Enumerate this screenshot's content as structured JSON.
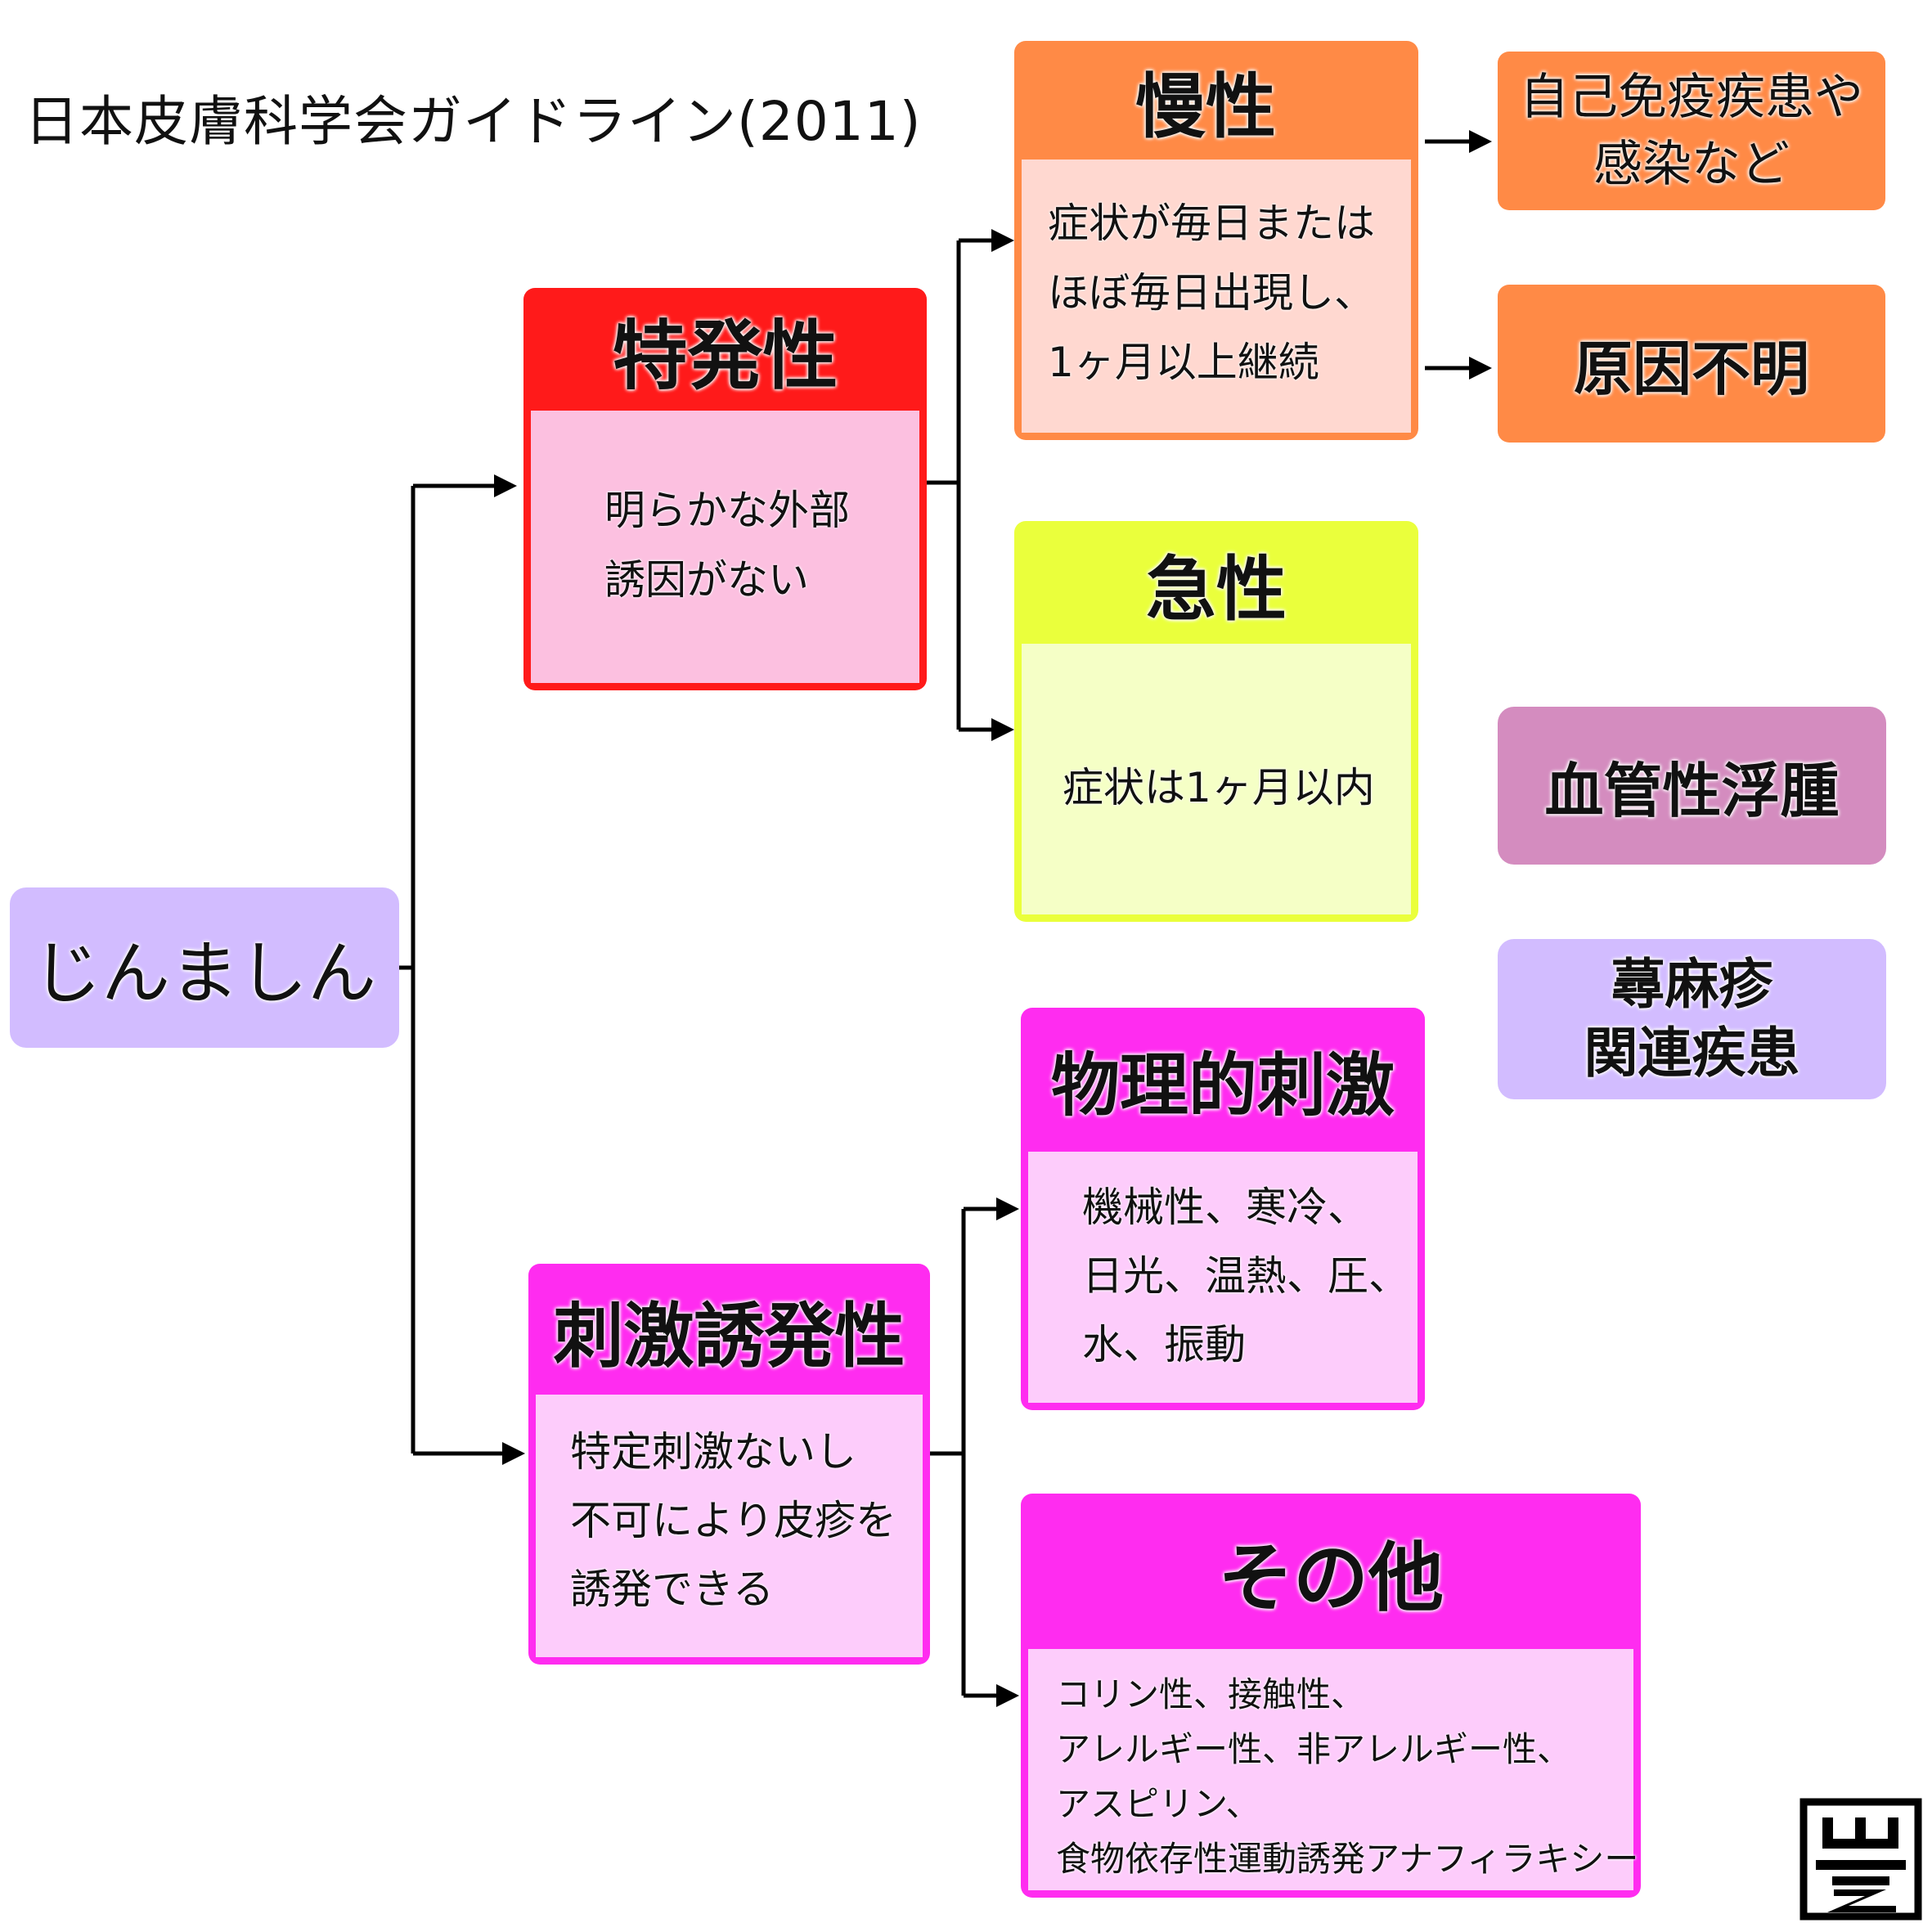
{
  "title": "日本皮膚科学会ガイドライン(2011)",
  "root": {
    "label": "じんましん"
  },
  "idiopathic": {
    "title": "特発性",
    "lines": [
      "明らかな外部",
      "誘因がない"
    ]
  },
  "chronic": {
    "title": "慢性",
    "lines": [
      "症状が毎日または",
      "ほぼ毎日出現し、",
      "1ヶ月以上継続"
    ]
  },
  "acute": {
    "title": "急性",
    "lines": [
      "症状は1ヶ月以内"
    ]
  },
  "autoimmune": {
    "lines": [
      "自己免疫疾患や",
      "感染など"
    ]
  },
  "unknown_cause": {
    "label": "原因不明"
  },
  "angioedema": {
    "label": "血管性浮腫"
  },
  "related": {
    "lines": [
      "蕁麻疹",
      "関連疾患"
    ]
  },
  "inducible": {
    "title": "刺激誘発性",
    "lines": [
      "特定刺激ないし",
      "不可により皮疹を",
      "誘発できる"
    ]
  },
  "physical": {
    "title": "物理的刺激",
    "lines": [
      "機械性、寒冷、",
      "日光、温熱、圧、",
      "水、振動"
    ]
  },
  "other": {
    "title": "その他",
    "lines": [
      "コリン性、接触性、",
      "アレルギー性、非アレルギー性、",
      "アスピリン、",
      "食物依存性運動誘発アナフィラキシー"
    ]
  },
  "colors": {
    "red": "#ff1a1a",
    "red_body": "#fcc0e0",
    "orange": "#ff8a46",
    "orange_body": "#ffd8d0",
    "yellow": "#eaff3c",
    "yellow_body": "#f5ffc6",
    "magenta": "#ff2cf0",
    "magenta_body": "#fdccfb",
    "lavender": "#d2bcff",
    "mauve": "#d48cbf",
    "line": "#000000"
  }
}
